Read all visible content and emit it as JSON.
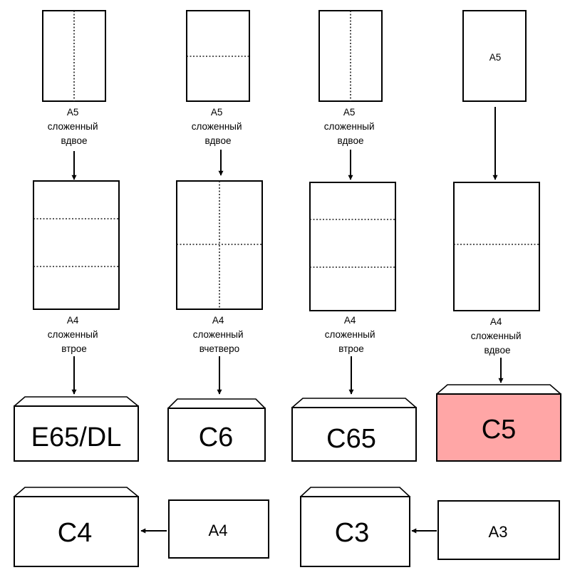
{
  "colors": {
    "stroke": "#000000",
    "envelope_fill": "#ffffff",
    "highlight_fill": "#ffa6a6"
  },
  "columns": [
    {
      "source_sheet": "A5",
      "source_label": [
        "A5",
        "сложенный",
        "вдвое"
      ],
      "intermediate_sheet": "A4",
      "intermediate_label": [
        "A4",
        "сложенный",
        "втрое"
      ],
      "envelope": "E65/DL",
      "highlighted": false
    },
    {
      "source_sheet": "A5",
      "source_label": [
        "A5",
        "сложенный",
        "вдвое"
      ],
      "intermediate_sheet": "A4",
      "intermediate_label": [
        "A4",
        "сложенный",
        "вчетверо"
      ],
      "envelope": "C6",
      "highlighted": false
    },
    {
      "source_sheet": "A5",
      "source_label": [
        "A5",
        "сложенный",
        "вдвое"
      ],
      "intermediate_sheet": "A4",
      "intermediate_label": [
        "A4",
        "сложенный",
        "втрое"
      ],
      "envelope": "C65",
      "highlighted": false
    },
    {
      "source_sheet": "A5",
      "source_inside_label": "A5",
      "intermediate_sheet": "A4",
      "intermediate_label": [
        "A4",
        "сложенный",
        "вдвое"
      ],
      "envelope": "C5",
      "highlighted": true
    }
  ],
  "bottom_row": [
    {
      "sheet": "A4",
      "envelope": "C4"
    },
    {
      "sheet": "A3",
      "envelope": "C3"
    }
  ]
}
